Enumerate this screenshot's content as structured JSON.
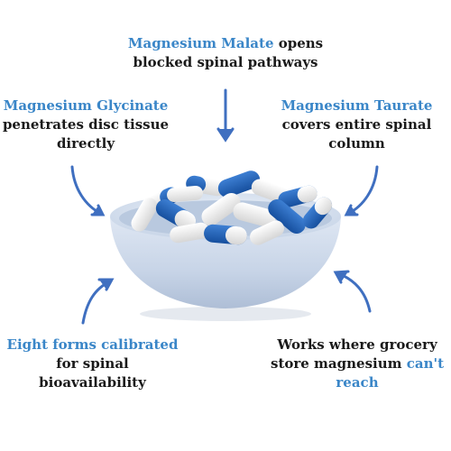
{
  "callouts": {
    "top": {
      "highlight": "Magnesium Malate",
      "line1_rest": " opens",
      "line2": "blocked spinal pathways"
    },
    "left": {
      "highlight": "Magnesium Glycinate",
      "line2": "penetrates disc tissue",
      "line3": "directly"
    },
    "right": {
      "highlight": "Magnesium Taurate",
      "line2": "covers entire spinal",
      "line3": "column"
    },
    "bottom_left": {
      "highlight": "Eight forms calibrated",
      "line2": "for spinal",
      "line3": "bioavailability"
    },
    "bottom_right": {
      "line1": "Works where grocery",
      "line2_text": "store magnesium ",
      "line2_highlight": "can't",
      "line3_highlight": "reach"
    }
  },
  "colors": {
    "highlight": "#3a86c8",
    "text": "#1a1a1a",
    "arrow": "#3f6fc0",
    "bowl": "#cdd9ea",
    "capsule_blue": "#1f5fb8",
    "capsule_white": "#f3f3f3"
  },
  "icons": [
    "arrow-down-icon",
    "curved-arrow-icon",
    "pill-bowl-image"
  ]
}
